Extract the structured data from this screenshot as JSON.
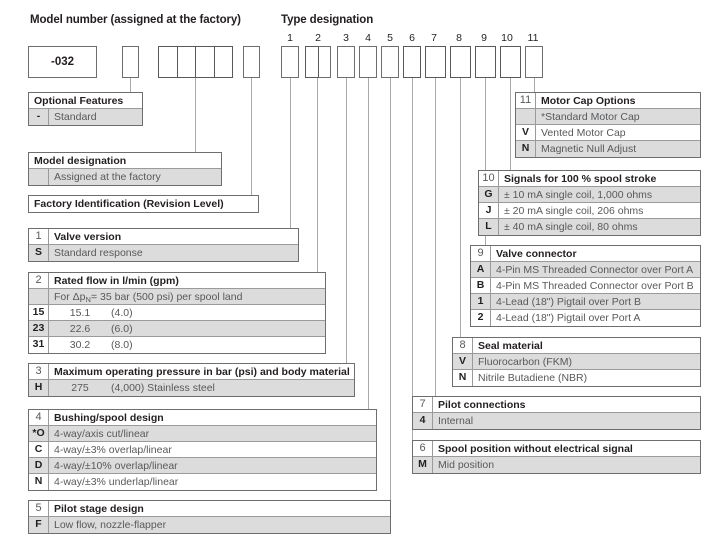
{
  "headers": {
    "model_number": "Model number (assigned at the factory)",
    "type_designation": "Type designation"
  },
  "model_number_box": "-032",
  "type_positions": [
    "1",
    "2",
    "3",
    "4",
    "5",
    "6",
    "7",
    "8",
    "9",
    "10",
    "11"
  ],
  "tables": {
    "optional_features": {
      "title": "Optional Features",
      "rows": [
        {
          "key": "-",
          "value": "Standard"
        }
      ]
    },
    "model_designation": {
      "title": "Model designation",
      "rows": [
        {
          "key": "",
          "value": "Assigned at the factory"
        }
      ]
    },
    "factory_identification": {
      "title": "Factory Identification (Revision Level)"
    },
    "valve_version": {
      "num": "1",
      "title": "Valve version",
      "rows": [
        {
          "key": "S",
          "value": "Standard response"
        }
      ]
    },
    "rated_flow": {
      "num": "2",
      "title": "Rated flow in l/min (gpm)",
      "subhead_key": "",
      "subhead": "For Δp",
      "subhead_sub": "N",
      "subhead_tail": "= 35 bar (500 psi) per spool land",
      "rows": [
        {
          "key": "15",
          "lpm": "15.1",
          "gpm": "(4.0)"
        },
        {
          "key": "23",
          "lpm": "22.6",
          "gpm": "(6.0)"
        },
        {
          "key": "31",
          "lpm": "30.2",
          "gpm": "(8.0)"
        }
      ]
    },
    "max_pressure": {
      "num": "3",
      "title": "Maximum operating pressure in bar (psi) and body material",
      "rows": [
        {
          "key": "H",
          "bar": "275",
          "psi": "(4,000) Stainless steel"
        }
      ]
    },
    "bushing_spool": {
      "num": "4",
      "title": "Bushing/spool design",
      "rows": [
        {
          "key": "*O",
          "value": "4-way/axis cut/linear"
        },
        {
          "key": "C",
          "value": "4-way/±3% overlap/linear"
        },
        {
          "key": "D",
          "value": "4-way/±10% overlap/linear"
        },
        {
          "key": "N",
          "value": "4-way/±3% underlap/linear"
        }
      ]
    },
    "pilot_stage": {
      "num": "5",
      "title": "Pilot stage design",
      "rows": [
        {
          "key": "F",
          "value": "Low flow, nozzle-flapper"
        }
      ]
    },
    "spool_position": {
      "num": "6",
      "title": "Spool position without electrical signal",
      "rows": [
        {
          "key": "M",
          "value": "Mid position"
        }
      ]
    },
    "pilot_connections": {
      "num": "7",
      "title": "Pilot connections",
      "rows": [
        {
          "key": "4",
          "value": "Internal"
        }
      ]
    },
    "seal_material": {
      "num": "8",
      "title": "Seal material",
      "rows": [
        {
          "key": "V",
          "value": "Fluorocarbon (FKM)"
        },
        {
          "key": "N",
          "value": "Nitrile Butadiene (NBR)"
        }
      ]
    },
    "valve_connector": {
      "num": "9",
      "title": "Valve connector",
      "rows": [
        {
          "key": "A",
          "value": "4-Pin MS Threaded Connector over Port A"
        },
        {
          "key": "B",
          "value": "4-Pin MS Threaded Connector over Port B"
        },
        {
          "key": "1",
          "value": "4-Lead (18\") Pigtail over Port B"
        },
        {
          "key": "2",
          "value": "4-Lead (18\") Pigtail over Port A"
        }
      ]
    },
    "signals": {
      "num": "10",
      "title": "Signals for 100 % spool stroke",
      "rows": [
        {
          "key": "G",
          "value": "± 10 mA single coil, 1,000 ohms"
        },
        {
          "key": "J",
          "value": "± 20 mA single coil, 206 ohms"
        },
        {
          "key": "L",
          "value": "± 40 mA single coil, 80 ohms"
        }
      ]
    },
    "motor_cap": {
      "num": "11",
      "title": "Motor Cap Options",
      "rows": [
        {
          "key": "",
          "value": "*Standard Motor Cap"
        },
        {
          "key": "V",
          "value": "Vented Motor Cap"
        },
        {
          "key": "N",
          "value": "Magnetic Null Adjust"
        }
      ]
    }
  },
  "colors": {
    "shade": "#dcdcdc",
    "border": "#6e6e6e",
    "text": "#231f20",
    "value_text": "#58595b",
    "leader": "#a7a9ac"
  }
}
